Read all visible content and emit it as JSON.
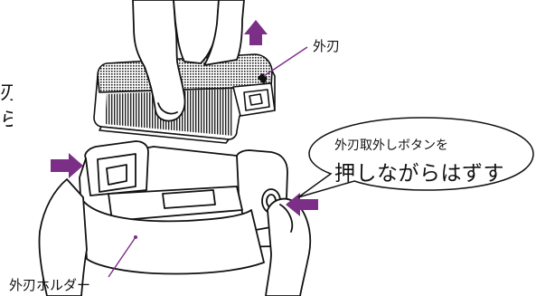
{
  "labels": {
    "outer_blade": "外刃",
    "holder": "外刃ホルダー",
    "cut_text_line1": "刃",
    "cut_text_line2": "ら"
  },
  "callout": {
    "line1": "外刃取外しボタンを",
    "line2": "押しながらはずす"
  },
  "colors": {
    "arrow": "#7b2f86",
    "outline": "#111111",
    "device_fill": "#ffffff",
    "mesh_dark": "#2a2a2a"
  },
  "icons": {
    "lift_arrow": "arrow-up-icon",
    "press_arrow_left": "arrow-right-icon",
    "press_arrow_right": "arrow-left-icon"
  }
}
